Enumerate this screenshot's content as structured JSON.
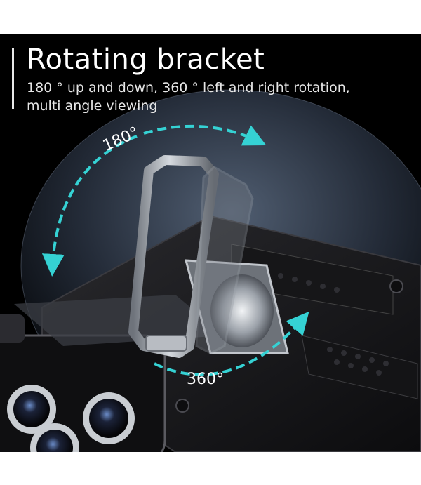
{
  "header": {
    "title": "Rotating bracket",
    "subtitle_lines": [
      "180 ° up and down, 360 ° left and right rotation,",
      "multi angle viewing"
    ]
  },
  "angle_labels": {
    "vertical": "180°",
    "horizontal": "360°"
  },
  "colors": {
    "background": "#000000",
    "arrow": "#35d2d4",
    "case": "#1b1b1d",
    "bracket": "#a7adb6",
    "text": "#ffffff"
  }
}
